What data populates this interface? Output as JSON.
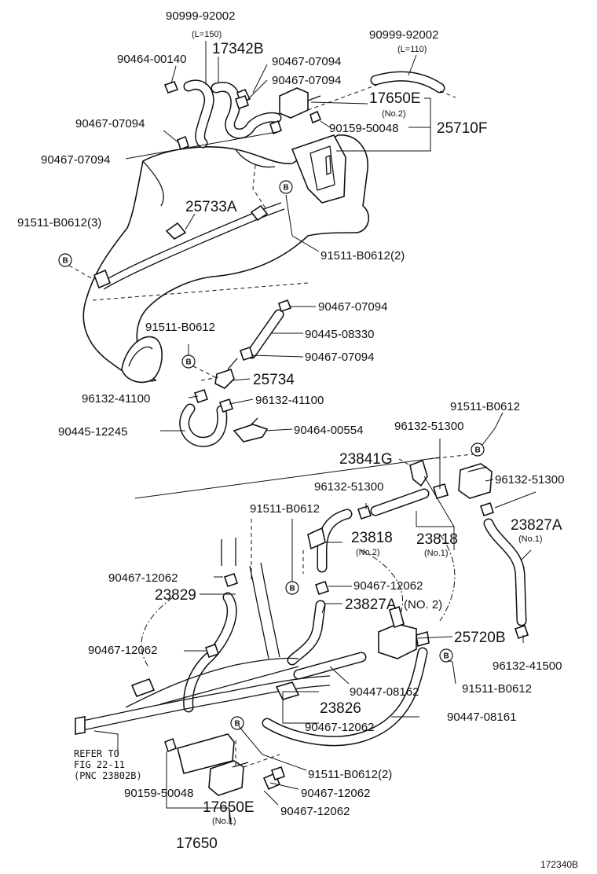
{
  "labels": {
    "p90999_92002_a": "90999-92002",
    "l150": "(L=150)",
    "p17342B": "17342B",
    "p90464_00140": "90464-00140",
    "p90467_07094_a": "90467-07094",
    "p90467_07094_b": "90467-07094",
    "p90999_92002_b": "90999-92002",
    "l110": "(L=110)",
    "p17650E_top": "17650E",
    "no2_top": "(No.2)",
    "p90467_07094_c": "90467-07094",
    "p90159_50048_top": "90159-50048",
    "p25710F": "25710F",
    "p90467_07094_d": "90467-07094",
    "p25733A": "25733A",
    "p91511_B0612_3": "91511-B0612(3)",
    "p91511_B0612_2_top": "91511-B0612(2)",
    "p90467_07094_e": "90467-07094",
    "p91511_B0612_a": "91511-B0612",
    "p90445_08330": "90445-08330",
    "p90467_07094_f": "90467-07094",
    "p25734": "25734",
    "p96132_41100_a": "96132-41100",
    "p96132_41100_b": "96132-41100",
    "p90445_12245": "90445-12245",
    "p90464_00554": "90464-00554",
    "p91511_B0612_b": "91511-B0612",
    "p96132_51300_a": "96132-51300",
    "p23841G": "23841G",
    "p96132_51300_b": "96132-51300",
    "p96132_51300_c": "96132-51300",
    "p91511_B0612_c": "91511-B0612",
    "p23818_no2": "23818",
    "no2_mid": "(No.2)",
    "p23818_no1": "23818",
    "no1_mid": "(No.1)",
    "p23827A_no1": "23827A",
    "no1_right": "(No.1)",
    "p90467_12062_a": "90467-12062",
    "p23829": "23829",
    "p90467_12062_b": "90467-12062",
    "p23827A_no2": "23827A",
    "no2_caps": "(NO. 2)",
    "p90467_12062_c": "90467-12062",
    "p25720B": "25720B",
    "p96132_41500": "96132-41500",
    "p91511_B0612_d": "91511-B0612",
    "p90447_08162": "90447-08162",
    "p23826": "23826",
    "p90447_08161": "90447-08161",
    "p90467_12062_d": "90467-12062",
    "refer_to": "REFER TO",
    "fig_22_11": "FIG 22-11",
    "pnc": "(PNC 23802B)",
    "p91511_B0612_2_bot": "91511-B0612(2)",
    "p90467_12062_e": "90467-12062",
    "p90159_50048_bot": "90159-50048",
    "p17650E_bot": "17650E",
    "no1_bot": "(No.1)",
    "p90467_12062_f": "90467-12062",
    "p17650": "17650",
    "diagram_code": "172340B"
  },
  "circle_b": "B"
}
